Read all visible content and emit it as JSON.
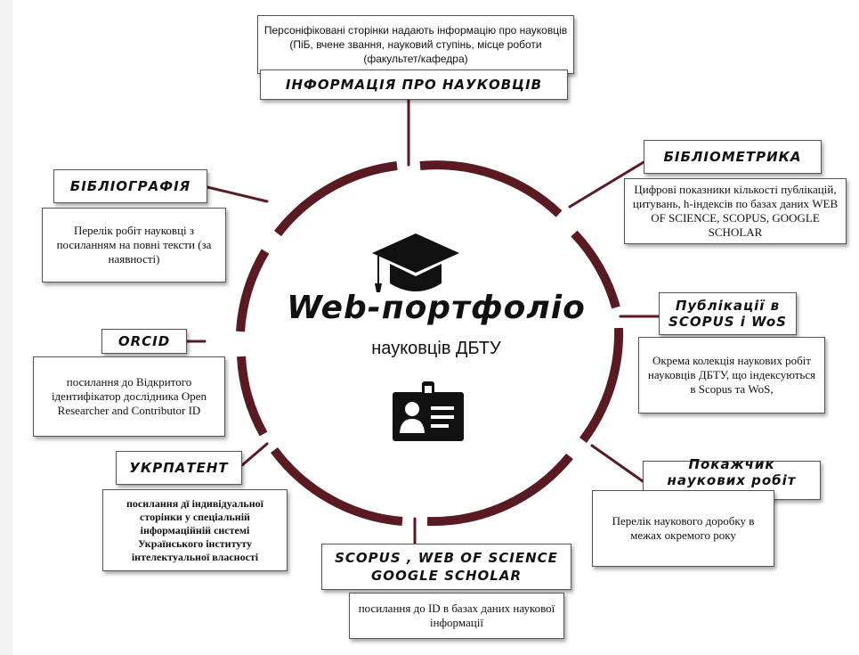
{
  "center": {
    "title": "Web-портфоліо",
    "subtitle": "науковців ДБТУ",
    "icons": [
      "graduation-cap-icon",
      "id-badge-icon"
    ]
  },
  "colors": {
    "ring": "#5a1a22",
    "text": "#111111",
    "box_border": "#555555"
  },
  "nodes": {
    "info": {
      "title": "ІНФОРМАЦІЯ ПРО НАУКОВЦІВ",
      "desc": "Персоніфіковані сторінки надають  інформацію про науковців (ПіБ, вчене звання, науковий ступінь, місце роботи (факультет/кафедра)"
    },
    "bibliometrics": {
      "title": "БІБЛІОМЕТРИКА",
      "desc": "Цифрові показники кількості публікацій, цитувань, h-індексів по базах даних WEB OF SCIENCE, SCOPUS, GOOGLE SCHOLAR"
    },
    "publications": {
      "title": "Публікації в SCOPUS і WoS",
      "desc": "Окрема колекція наукових робіт науковців ДБТУ, що індексуються в Scopus та WoS,"
    },
    "index": {
      "title": "Покажчик наукових робіт ДБТУ",
      "desc": "Перелік наукового доробку в межах окремого року"
    },
    "scopus": {
      "title": "SCOPUS , WEB OF SCIENCE GOOGLE SCHOLAR",
      "desc": "посилання до ID в базах даних наукової інформації"
    },
    "ukrpatent": {
      "title": "УКРПАТЕНТ",
      "desc": "посилання дї індивідуальної сторінки у спеціальній інформаційній системі Українського інституту інтелектуальної власності"
    },
    "orcid": {
      "title": "ORCID",
      "desc": "посилання до Відкритого ідентифікатор дослідника Open Researcher and Contributor ID"
    },
    "bibliography": {
      "title": "БІБЛІОГРАФІЯ",
      "desc": "Перелік робіт науковці з посиланням на повні тексти (за наявності)"
    }
  }
}
